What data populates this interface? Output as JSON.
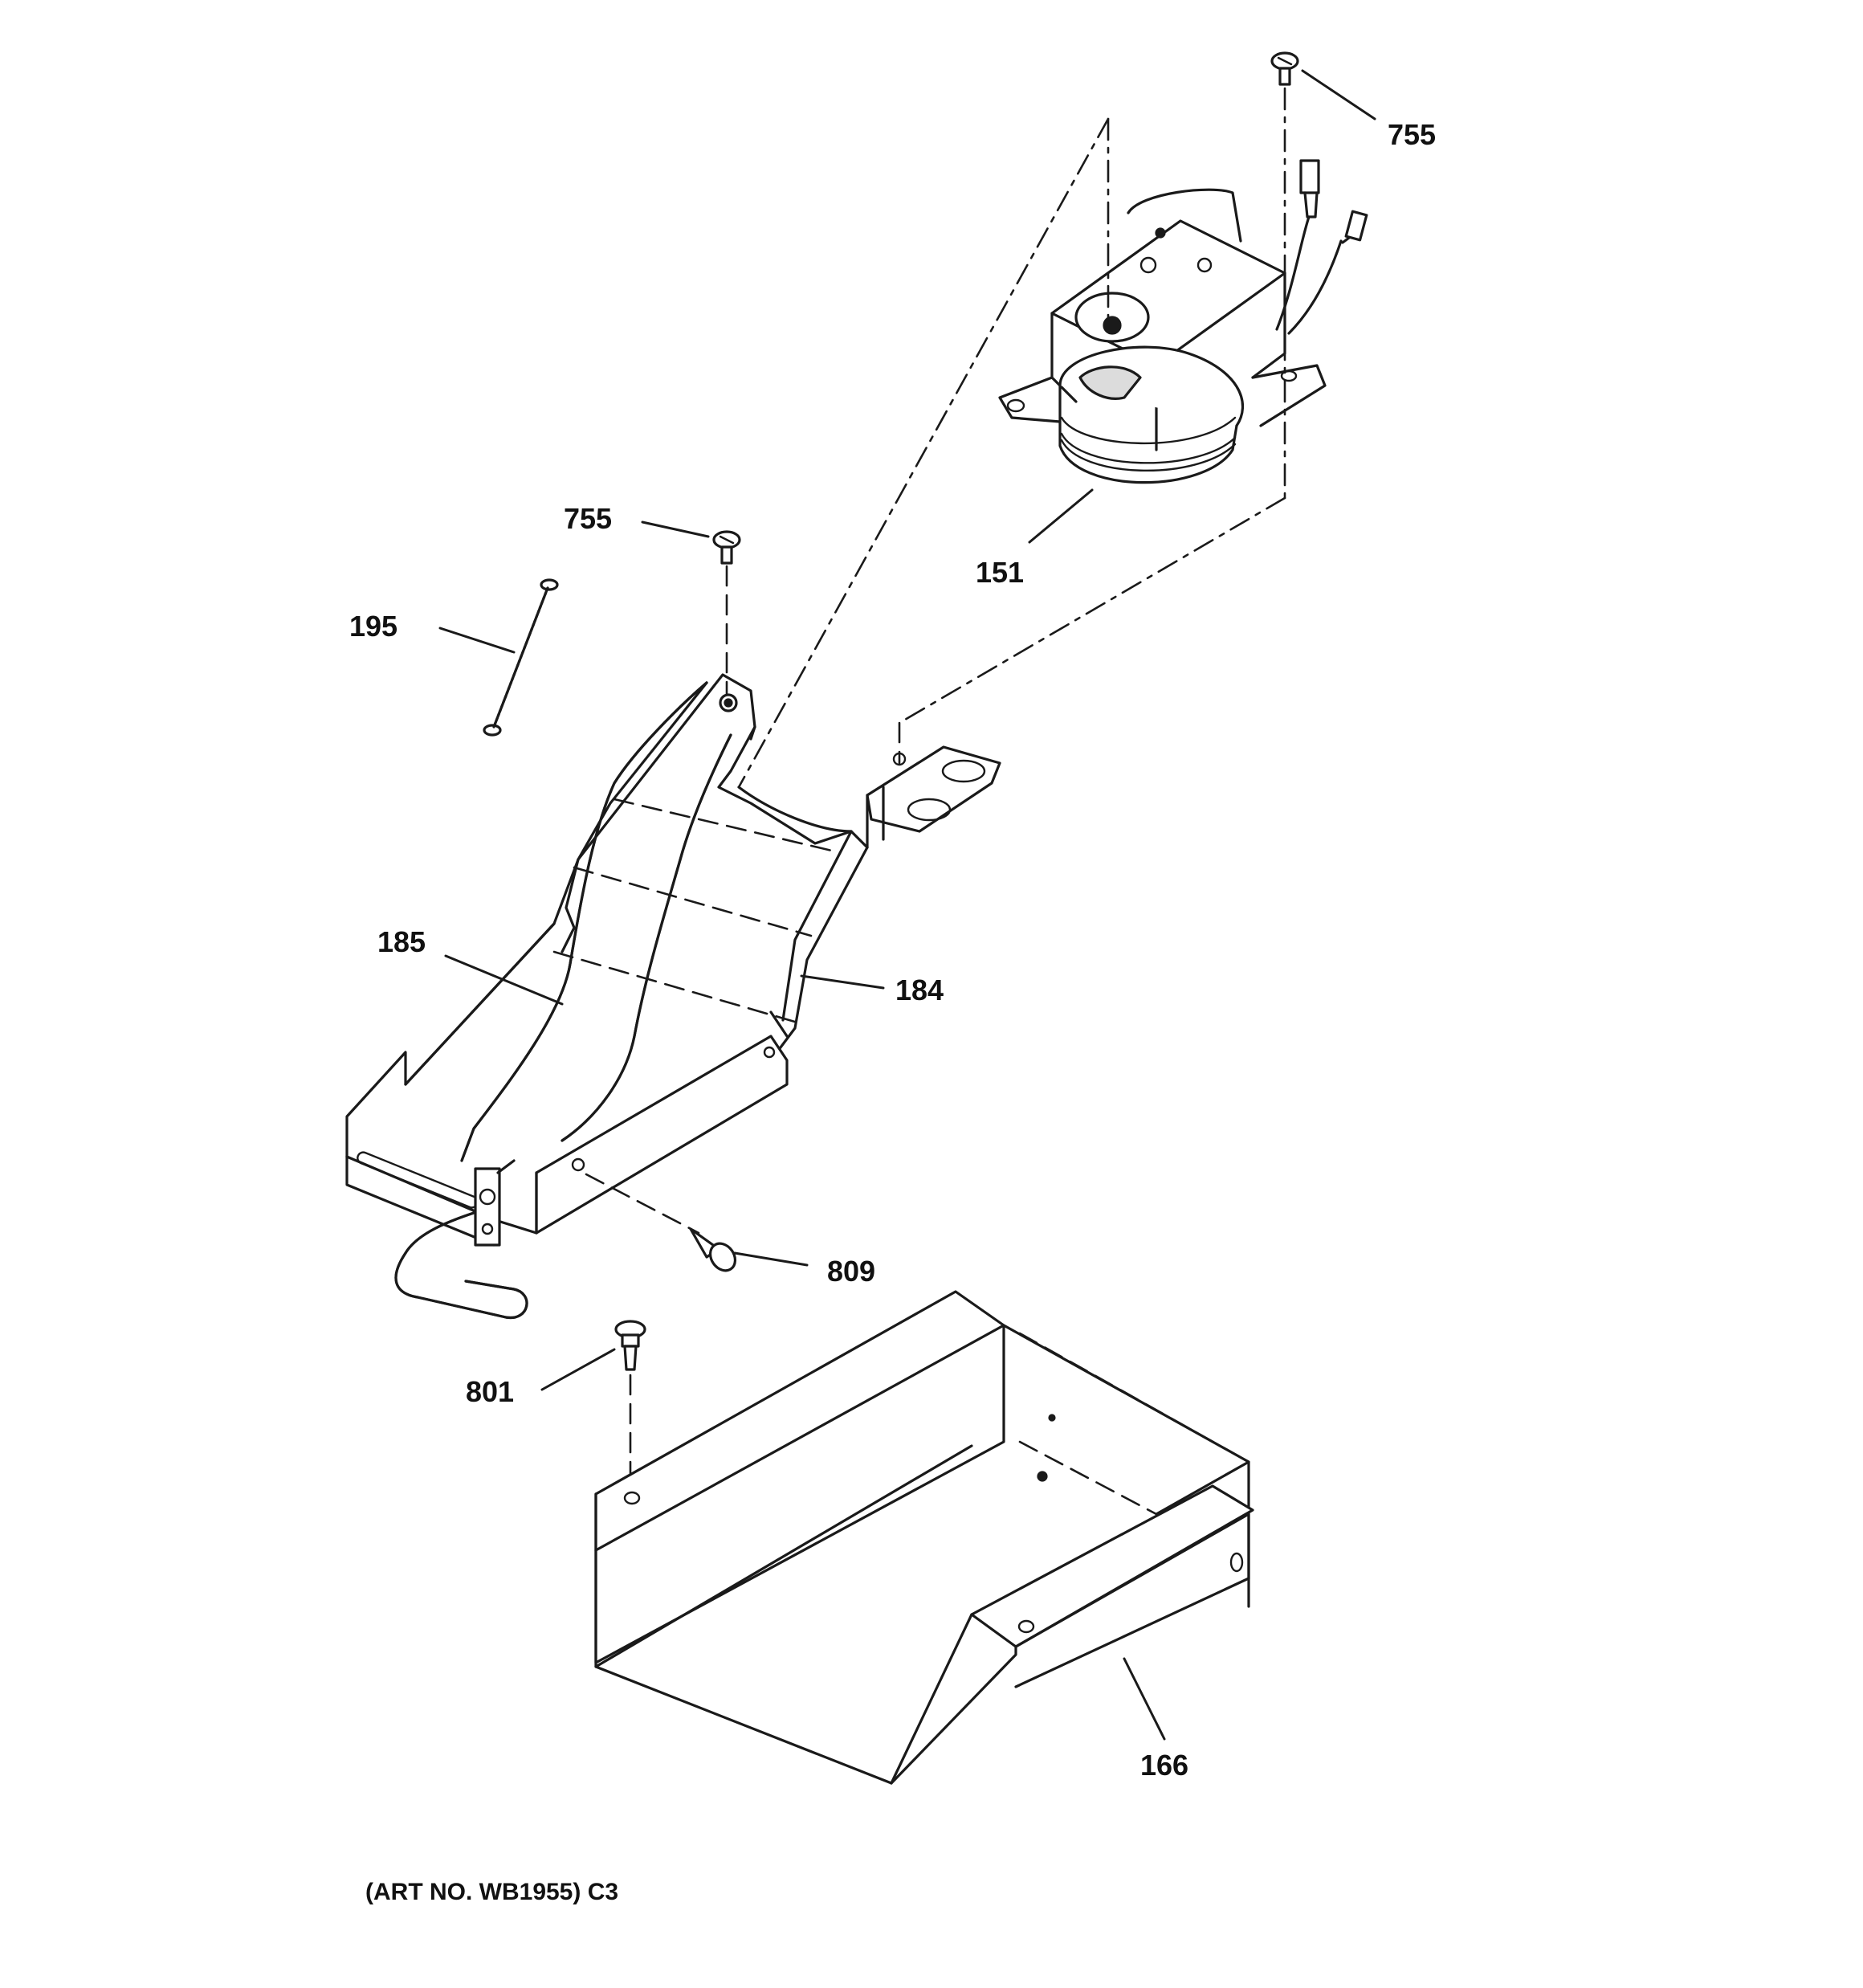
{
  "callouts": {
    "c755_top": "755",
    "c151": "151",
    "c755_mid": "755",
    "c195": "195",
    "c185": "185",
    "c184": "184",
    "c809": "809",
    "c801": "801",
    "c166": "166"
  },
  "art_number": "(ART NO. WB1955) C3"
}
